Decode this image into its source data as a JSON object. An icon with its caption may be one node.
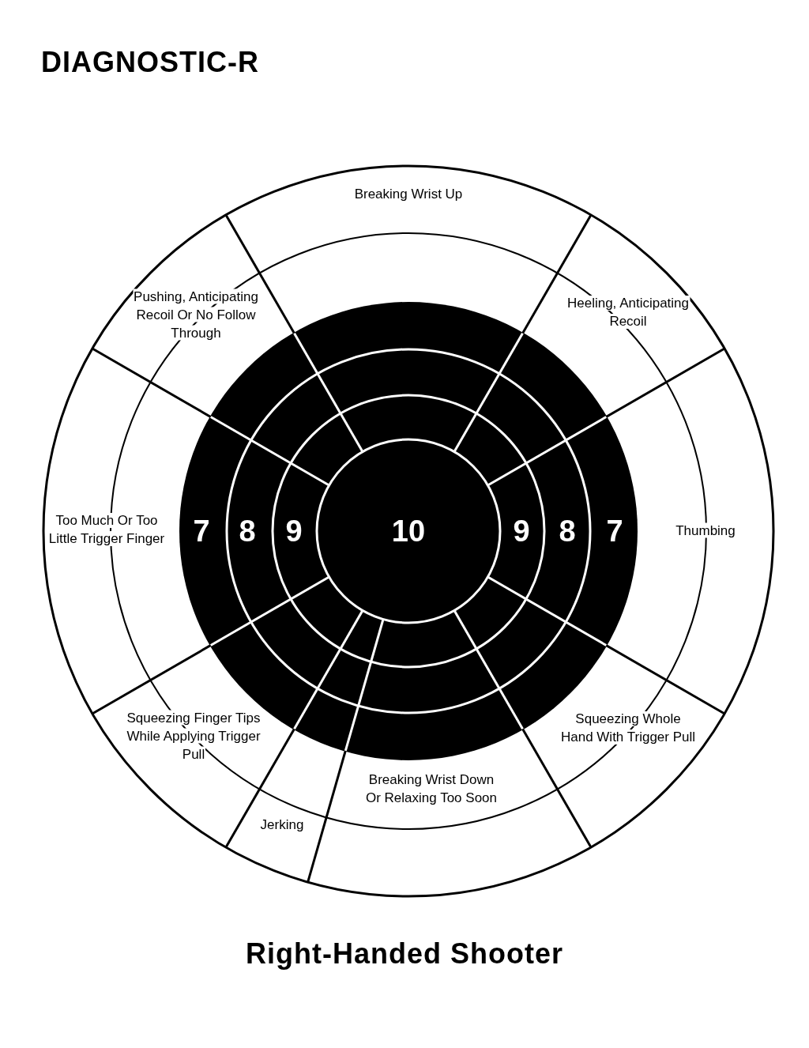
{
  "diagram": {
    "title": "DIAGNOSTIC-R",
    "caption": "Right-Handed Shooter",
    "labels": [
      "Breaking Wrist Up",
      "Pushing, Anticipating Recoil Or No Follow Through",
      "Heeling, Anticipating Recoil",
      "Too Much Or Too Little Trigger Finger",
      "7",
      "8",
      "9",
      "10",
      "9",
      "8",
      "7",
      "Thumbing",
      "Squeezing Finger Tips While Applying Trigger Pull",
      "Squeezing Whole Hand With Trigger Pull",
      "Breaking Wrist Down Or Relaxing Too Soon",
      "Jerking"
    ]
  }
}
